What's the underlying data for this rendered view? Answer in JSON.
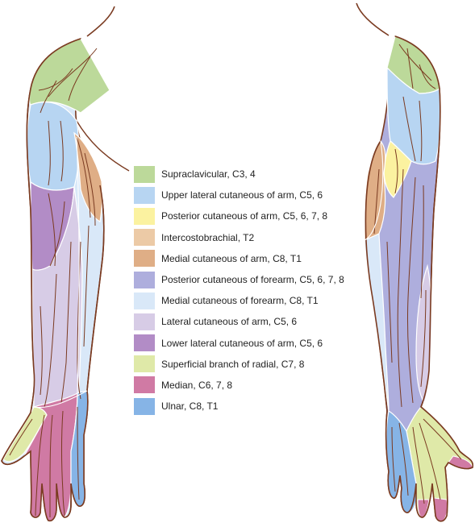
{
  "legend": [
    {
      "label": "Supraclavicular, C3, 4",
      "color": "#bcd99a"
    },
    {
      "label": "Upper lateral cutaneous of arm, C5, 6",
      "color": "#b7d5f2"
    },
    {
      "label": "Posterior cutaneous of arm, C5, 6, 7, 8",
      "color": "#fbf2a0"
    },
    {
      "label": "Intercostobrachial, T2",
      "color": "#eccaa6"
    },
    {
      "label": "Medial cutaneous of arm, C8, T1",
      "color": "#dfae86"
    },
    {
      "label": "Posterior cutaneous of forearm, C5, 6, 7, 8",
      "color": "#aeaedd"
    },
    {
      "label": "Medial cutaneous of forearm, C8, T1",
      "color": "#d9e8f8"
    },
    {
      "label": "Lateral cutaneous of arm, C5, 6",
      "color": "#d7cce6"
    },
    {
      "label": "Lower lateral cutaneous of arm, C5, 6",
      "color": "#b28cc6"
    },
    {
      "label": "Superficial branch of radial, C7, 8",
      "color": "#dfe9a8"
    },
    {
      "label": "Median, C6, 7, 8",
      "color": "#d07aa4"
    },
    {
      "label": "Ulnar, C8, T1",
      "color": "#86b4e6"
    }
  ],
  "colors": {
    "outline": "#7a3a20",
    "nerve": "#7a3a20",
    "divider": "#ffffff"
  }
}
